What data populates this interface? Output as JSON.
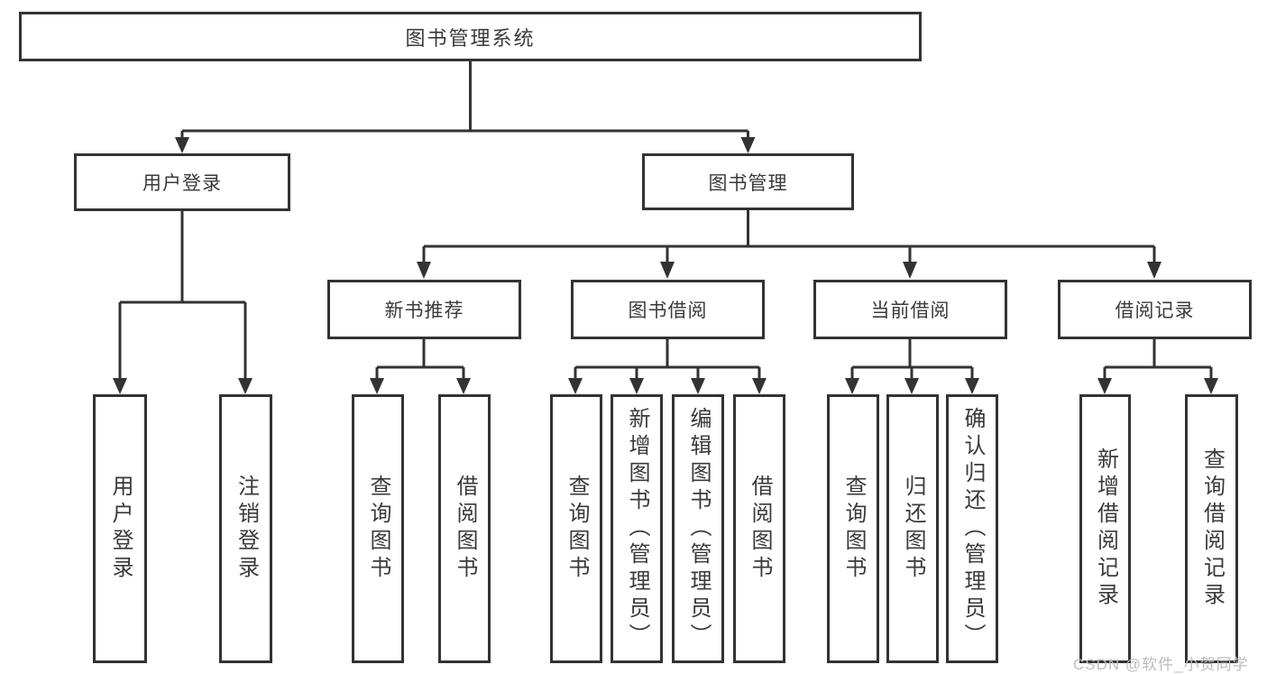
{
  "diagram": {
    "tree": {
      "label": "图书管理系统",
      "children": [
        {
          "label": "用户登录",
          "children": [
            {
              "label": "用户登录"
            },
            {
              "label": "注销登录"
            }
          ]
        },
        {
          "label": "图书管理",
          "children": [
            {
              "label": "新书推荐",
              "children": [
                {
                  "label": "查询图书"
                },
                {
                  "label": "借阅图书"
                }
              ]
            },
            {
              "label": "图书借阅",
              "children": [
                {
                  "label": "查询图书"
                },
                {
                  "label": "新增图书（管理员）"
                },
                {
                  "label": "编辑图书（管理员）"
                },
                {
                  "label": "借阅图书"
                }
              ]
            },
            {
              "label": "当前借阅",
              "children": [
                {
                  "label": "查询图书"
                },
                {
                  "label": "归还图书"
                },
                {
                  "label": "确认归还（管理员）"
                }
              ]
            },
            {
              "label": "借阅记录",
              "children": [
                {
                  "label": "新增借阅记录"
                },
                {
                  "label": "查询借阅记录"
                }
              ]
            }
          ]
        }
      ]
    },
    "colors": {
      "line": "#333333",
      "text": "#3a3a3a",
      "box_background": "#ffffff",
      "watermark": "#bdbdbd"
    }
  },
  "watermark": {
    "text": "CSDN @软件_小贺同学"
  }
}
